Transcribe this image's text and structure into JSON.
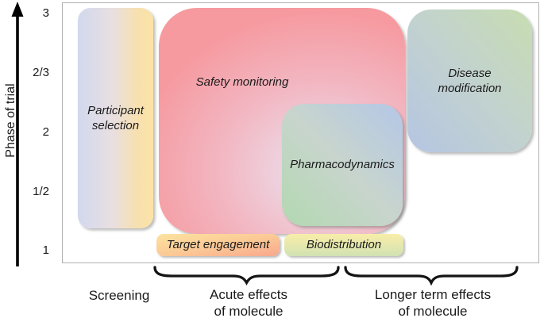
{
  "y_axis": {
    "title": "Phase of trial",
    "ticks": [
      "3",
      "2/3",
      "2",
      "1/2",
      "1"
    ]
  },
  "boxes": {
    "participant_selection": {
      "label": "Participant selection",
      "colors": {
        "left": "#d2d8ee",
        "right": "#fbe3a5"
      }
    },
    "safety_monitoring": {
      "label": "Safety monitoring",
      "colors": {
        "edge": "#f69aa0",
        "center": "#eae4f1"
      }
    },
    "pharmacodynamics": {
      "label": "Pharmacodynamics",
      "colors": {
        "bottom_left": "#b2d8b0",
        "top_right": "#b4c7e7"
      }
    },
    "disease_modification": {
      "label": "Disease modification",
      "colors": {
        "bottom_left": "#b5c5e2",
        "top_right": "#c7ddb1"
      }
    },
    "target_engagement": {
      "label": "Target engagement",
      "colors": {
        "top": "#fce3a0",
        "bottom": "#f8a78d"
      }
    },
    "biodistribution": {
      "label": "Biodistribution",
      "colors": {
        "top": "#f8eda9",
        "bottom": "#d0e2b2"
      }
    }
  },
  "x_groups": {
    "screening": {
      "label": "Screening"
    },
    "acute": {
      "line1": "Acute effects",
      "line2": "of molecule"
    },
    "longer_term": {
      "line1": "Longer term effects",
      "line2": "of molecule"
    }
  }
}
